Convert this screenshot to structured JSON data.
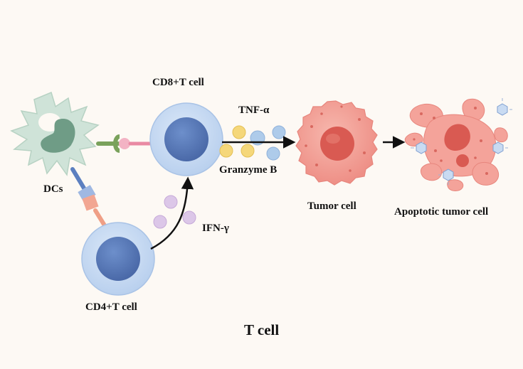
{
  "labels": {
    "dcs": "DCs",
    "cd8": "CD8+T cell",
    "cd4": "CD4+T cell",
    "tnf": "TNF-α",
    "granzyme": "Granzyme B",
    "ifn": "IFN-γ",
    "tumor": "Tumor cell",
    "apoptotic": "Apoptotic tumor cell",
    "title": "T cell"
  },
  "colors": {
    "background": "#fdf9f4",
    "t_cell_outer": "#c9dcf2",
    "t_cell_nucleus": "#5878b6",
    "dc_body": "#cfe3d8",
    "dc_nucleus": "#6f9c86",
    "tumor_body": "#f4a39a",
    "tumor_nucleus": "#d95a52",
    "tnf_granule": "#aecbea",
    "granzyme_granule": "#f5d77a",
    "ifn_granule": "#dcc7e8",
    "receptor_green": "#7aa25c",
    "receptor_pink": "#e98aa3",
    "receptor_blue": "#5c7fc0",
    "receptor_salmon": "#ef9f86"
  }
}
